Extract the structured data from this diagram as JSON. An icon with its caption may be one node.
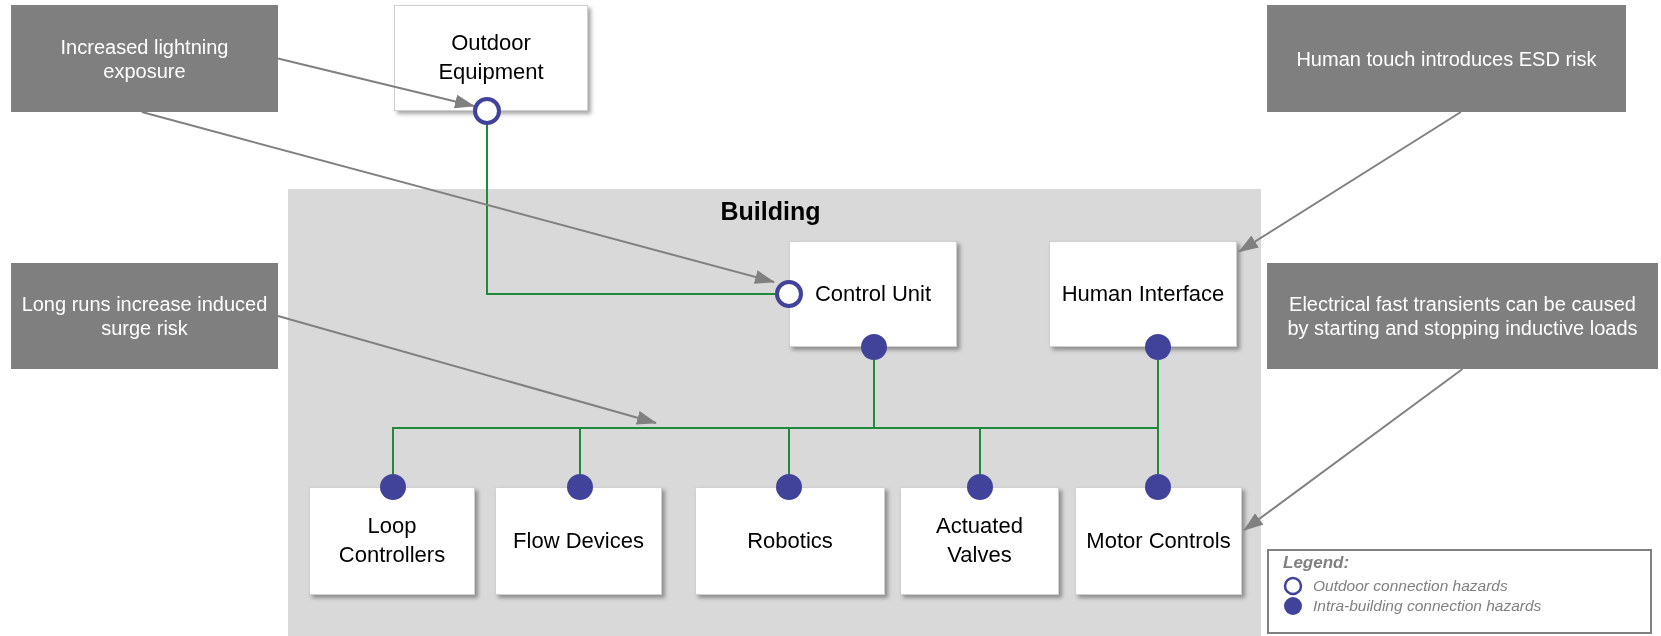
{
  "diagram": {
    "nodes": [
      {
        "text": [
          "Increased lightning exposure"
        ]
      },
      {
        "text": [
          "Outdoor Equipment"
        ]
      },
      {
        "text": [
          "Human touch introduces ESD risk"
        ]
      },
      {
        "text": [
          "Building"
        ]
      },
      {
        "text": [
          "Control Unit"
        ],
        "in": 3
      },
      {
        "text": [
          "Human Interface"
        ],
        "in": 3
      },
      {
        "text": [
          "Long runs increase induced surge risk"
        ]
      },
      {
        "text": [
          "Electrical fast transients can be caused by starting and stopping inductive loads"
        ]
      },
      {
        "text": [
          "Loop Controllers"
        ],
        "in": 3
      },
      {
        "text": [
          "Flow Devices"
        ],
        "in": 3
      },
      {
        "text": [
          "Robotics"
        ],
        "in": 3
      },
      {
        "text": [
          "Actuated Valves"
        ],
        "in": 3
      },
      {
        "text": [
          "Motor Controls"
        ],
        "in": 3
      }
    ],
    "edges": [
      {
        "from": 0,
        "to": 1,
        "arrow": "to",
        "color": "#808080"
      },
      {
        "from": 0,
        "to": 4,
        "arrow": "to",
        "color": "#808080"
      },
      {
        "from": 2,
        "to": 5,
        "arrow": "to",
        "color": "#808080"
      },
      {
        "from": 6,
        "to": null,
        "arrow": "to",
        "color": "#808080"
      },
      {
        "from": 7,
        "to": 12,
        "arrow": "to",
        "color": "#808080"
      },
      {
        "from": 1,
        "to": 4,
        "arrow": "none"
      },
      {
        "from": 4,
        "to": 8,
        "arrow": "none"
      },
      {
        "from": 4,
        "to": 9,
        "arrow": "none"
      },
      {
        "from": 4,
        "to": 10,
        "arrow": "none"
      },
      {
        "from": 4,
        "to": 11,
        "arrow": "none"
      },
      {
        "from": 4,
        "to": 12,
        "arrow": "none"
      },
      {
        "from": 5,
        "to": 8,
        "arrow": "none"
      },
      {
        "from": 5,
        "to": 9,
        "arrow": "none"
      },
      {
        "from": 5,
        "to": 10,
        "arrow": "none"
      },
      {
        "from": 5,
        "to": 11,
        "arrow": "none"
      },
      {
        "from": 5,
        "to": 12,
        "arrow": "none"
      }
    ],
    "labels": [
      "Legend:"
    ],
    "legend": [
      {
        "text": "Outdoor connection hazards"
      },
      {
        "text": "Intra-building connection hazards",
        "color": "#41439b"
      }
    ]
  }
}
